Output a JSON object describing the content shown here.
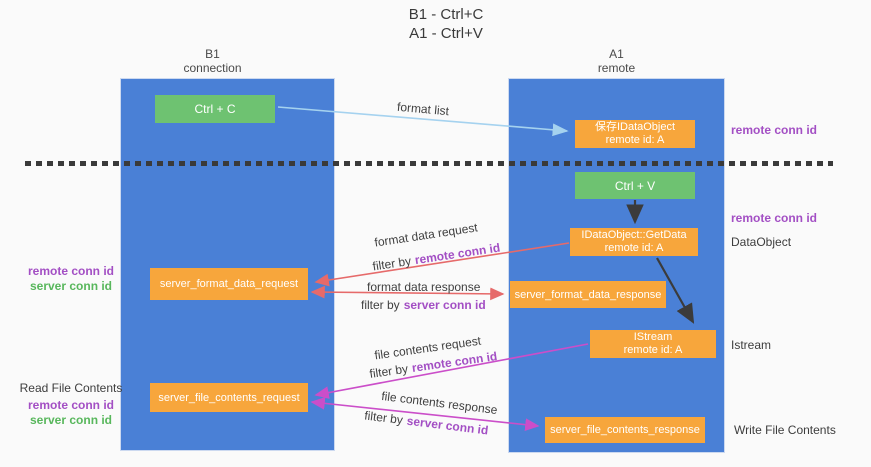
{
  "title": {
    "line1": "B1 - Ctrl+C",
    "line2": "A1 - Ctrl+V"
  },
  "lanes": {
    "left": {
      "name": "B1",
      "role": "connection"
    },
    "right": {
      "name": "A1",
      "role": "remote"
    }
  },
  "nodes": {
    "ctrl_c": {
      "label": "Ctrl + C"
    },
    "saved_dataobject": {
      "line1": "保存IDataObject",
      "line2": "remote id: A"
    },
    "ctrl_v": {
      "label": "Ctrl + V"
    },
    "getdata": {
      "line1": "IDataObject::GetData",
      "line2": "remote id: A"
    },
    "server_format_data_request": {
      "label": "server_format_data_request"
    },
    "server_format_data_response": {
      "label": "server_format_data_response"
    },
    "istream": {
      "line1": "IStream",
      "line2": "remote id: A"
    },
    "server_file_contents_request": {
      "label": "server_file_contents_request"
    },
    "server_file_contents_response": {
      "label": "server_file_contents_response"
    }
  },
  "edge_labels": {
    "format_list": "format list",
    "format_data_request": "format data request",
    "format_data_request_filter": {
      "prefix": "filter by",
      "key": "remote conn id"
    },
    "format_data_response": "format data response",
    "format_data_response_filter": {
      "prefix": "filter by",
      "key": "server conn id"
    },
    "file_contents_request": "file contents request",
    "file_contents_request_filter": {
      "prefix": "filter by",
      "key": "remote conn id"
    },
    "file_contents_response": "file contents response",
    "file_contents_response_filter": {
      "prefix": "filter by",
      "key": "server conn id"
    }
  },
  "annotations": {
    "right_remote_conn_id_top": "remote conn id",
    "right_remote_conn_id_mid": "remote conn id",
    "dataobject": "DataObject",
    "istream": "Istream",
    "write_file_contents": "Write File Contents",
    "left_pair1": {
      "remote": "remote conn id",
      "server": "server conn id"
    },
    "read_file_contents": "Read File Contents",
    "left_pair2": {
      "remote": "remote conn id",
      "server": "server conn id"
    }
  },
  "colors": {
    "lane_blue": "#4a80d6",
    "node_orange": "#f7a63c",
    "node_green": "#6ec271",
    "arrow_red": "#e66a6a",
    "arrow_magenta": "#cb4ec9",
    "arrow_light_blue": "#a5d2ef",
    "arrow_black": "#3b3b3b",
    "text_purple": "#a34fc4",
    "text_green": "#58b75c"
  }
}
